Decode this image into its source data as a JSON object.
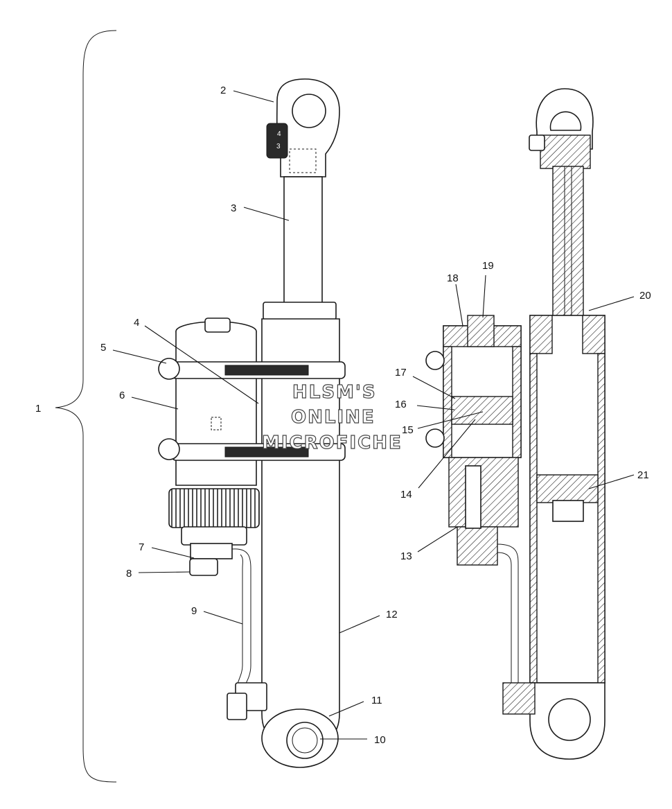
{
  "callouts": {
    "c1": "1",
    "c2": "2",
    "c3": "3",
    "c4": "4",
    "c5": "5",
    "c6": "6",
    "c7": "7",
    "c8": "8",
    "c9": "9",
    "c10": "10",
    "c11": "11",
    "c12": "12",
    "c13": "13",
    "c14": "14",
    "c15": "15",
    "c16": "16",
    "c17": "17",
    "c18": "18",
    "c19": "19",
    "c20": "20",
    "c21": "21"
  },
  "watermark": {
    "line1": "HLSM'S",
    "line2": "ONLINE",
    "line3": "MICROFICHE"
  },
  "adjuster_marks": {
    "m1": "4",
    "m2": "3"
  }
}
